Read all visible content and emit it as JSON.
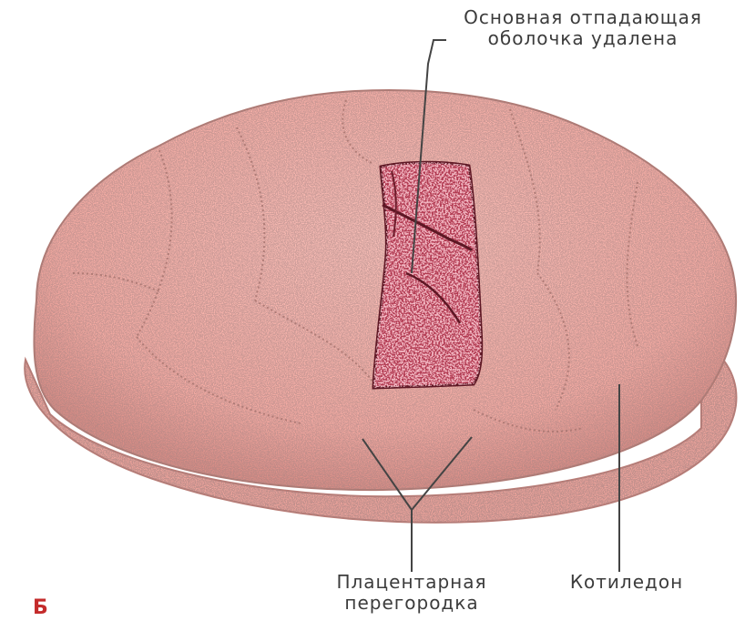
{
  "labels": {
    "top_line1": "Основная отпадающая",
    "top_line2": "оболочка удалена",
    "septum_line1": "Плацентарная",
    "septum_line2": "перегородка",
    "cotyledon": "Котиледон"
  },
  "panel_letter": "Б",
  "colors": {
    "placenta_fill": "#f7b0a8",
    "placenta_edge": "#c98e87",
    "exposed_tissue": "#b23b52",
    "exposed_tissue_dark": "#6e1d2c",
    "stipple": "#5a3a38",
    "leader_line": "#444444",
    "text": "#3c3c3c",
    "panel_letter": "#c42b2b"
  }
}
